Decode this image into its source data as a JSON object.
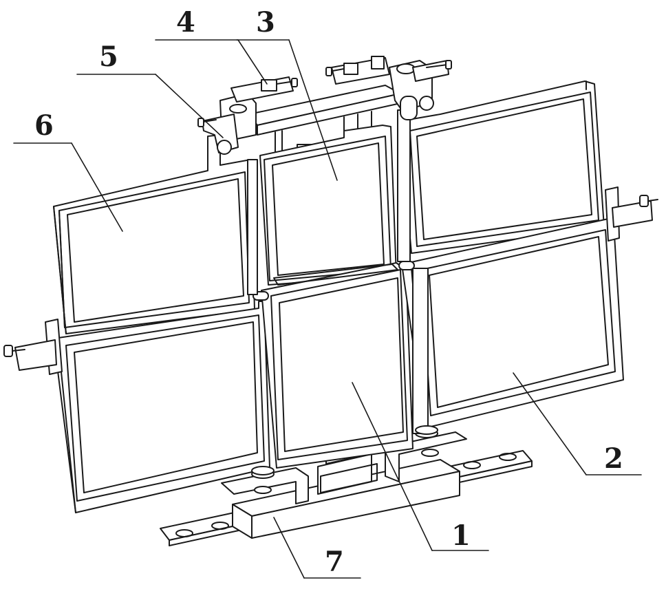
{
  "callouts": [
    {
      "id": "1",
      "label": "1"
    },
    {
      "id": "2",
      "label": "2"
    },
    {
      "id": "3",
      "label": "3"
    },
    {
      "id": "4",
      "label": "4"
    },
    {
      "id": "5",
      "label": "5"
    },
    {
      "id": "6",
      "label": "6"
    },
    {
      "id": "7",
      "label": "7"
    }
  ],
  "colors": {
    "line": "#1a1a1a",
    "fill": "#ffffff"
  }
}
